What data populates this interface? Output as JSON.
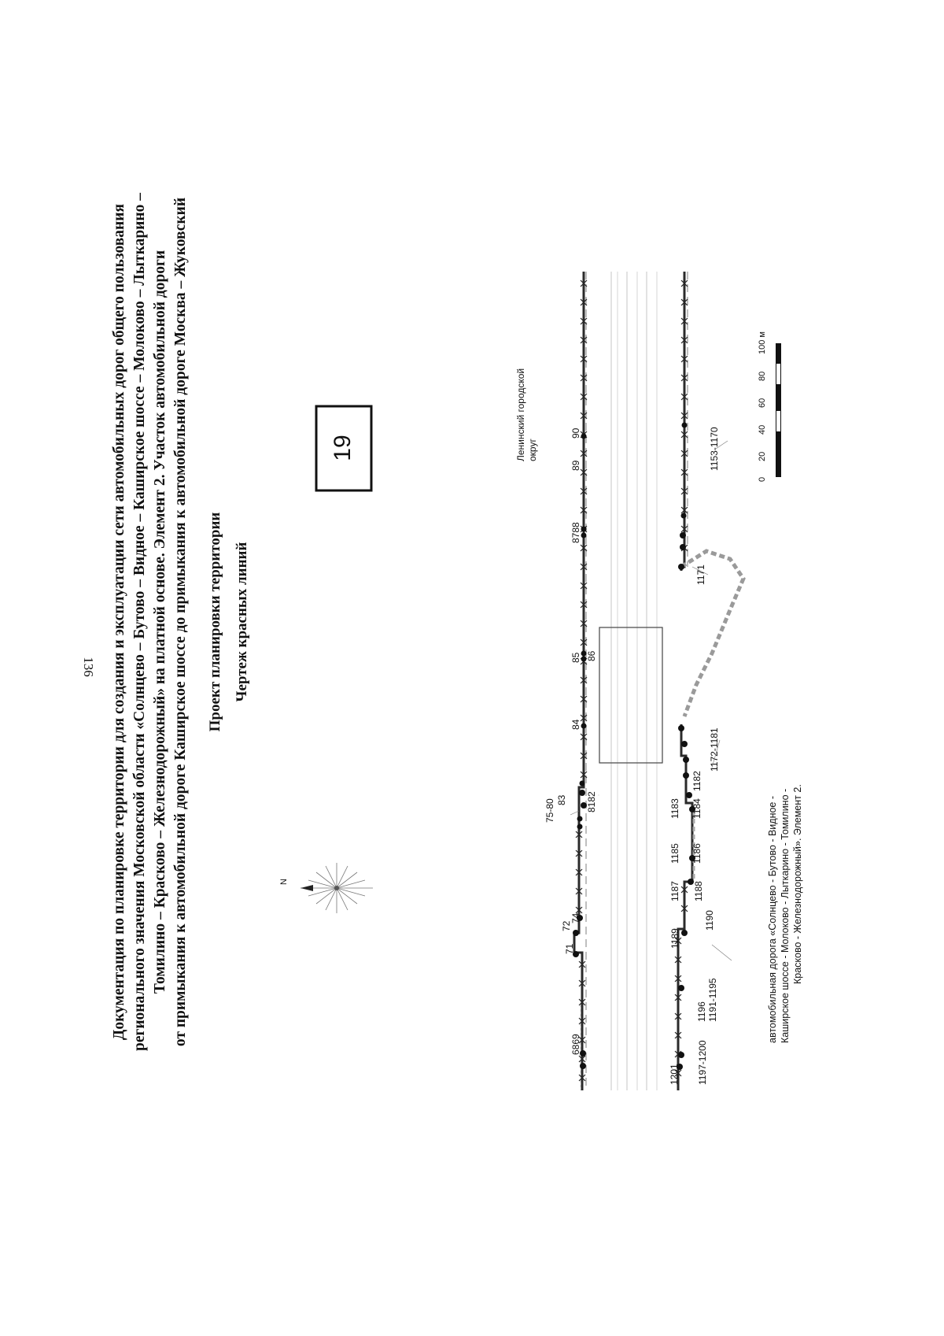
{
  "page_number": "136",
  "header": {
    "title_lines": [
      "Документация по планировке территории для создания и эксплуатации сети автомобильных дорог общего пользования",
      "регионального значения Московской области «Солнцево – Бутово – Видное – Каширское шоссе – Молоково – Лыткарино –",
      "Томилино – Красково – Железнодорожный» на платной основе. Элемент 2. Участок автомобильной дороги",
      "от примыкания к автомобильной дороге Каширское шоссе до примыкания к автомобильной дороге Москва – Жуковский"
    ],
    "project_title": "Проект планировки территории",
    "drawing_title": "Чертеж красных линий"
  },
  "sheet_number": "19",
  "north_label": "N",
  "district_label": [
    "Ленинский городской",
    "округ"
  ],
  "scale_bar": {
    "ticks": [
      "0",
      "20",
      "40",
      "60",
      "80",
      "100 м"
    ]
  },
  "road_caption": [
    "автомобильная дорога «Солнцево - Бутово - Видное -",
    "Каширское шоссе - Молоково - Лыткарино - Томилино -",
    "Красково - Железнодорожный». Элемент 2."
  ],
  "upper_line_labels": [
    "6869",
    "71",
    "72",
    "74",
    "75-80",
    "83",
    "8182",
    "84",
    "85",
    "86",
    "8788",
    "89",
    "90"
  ],
  "lower_line_labels": [
    "1201",
    "1197-1200",
    "1196",
    "1191-1195",
    "1189",
    "1190",
    "1187",
    "1188",
    "1185",
    "1186",
    "1183",
    "1184",
    "1182",
    "1172-1181",
    "1171",
    "1153-1170"
  ],
  "colors": {
    "ink": "#111111",
    "red_line": "#2b2b2b",
    "proposed_line": "#9a9a9a"
  }
}
